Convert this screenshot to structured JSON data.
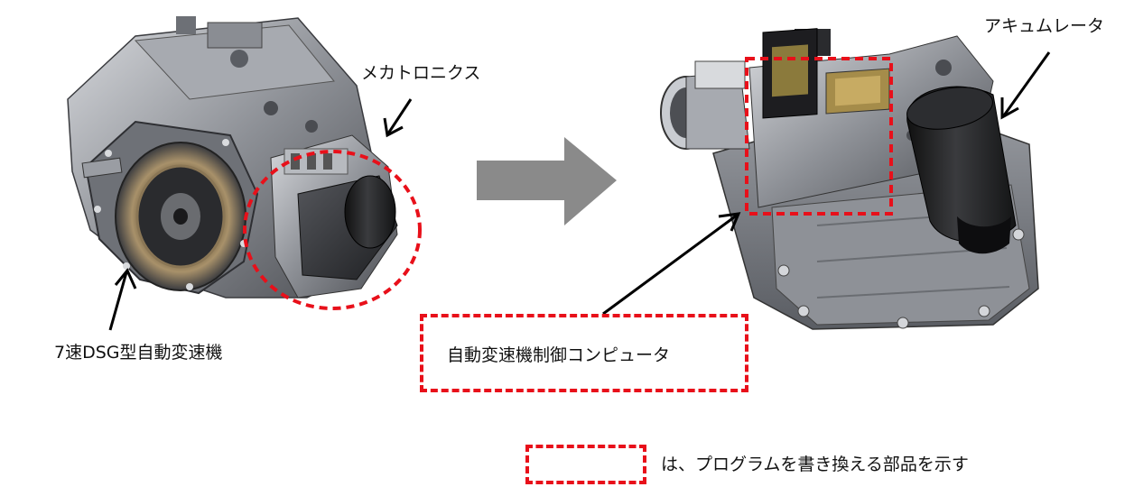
{
  "labels": {
    "transmission": "7速DSG型自動変速機",
    "mechatronics": "メカトロニクス",
    "accumulator": "アキュムレータ",
    "control_computer": "自動変速機制御コンピュータ",
    "legend_text": "は、プログラムを書き換える部品を示す"
  },
  "colors": {
    "highlight": "#e8101a",
    "arrow_gray": "#8a8a8a",
    "metal_dark": "#3d3f44",
    "metal_mid": "#7a7d83",
    "metal_light": "#c9ccd1"
  }
}
